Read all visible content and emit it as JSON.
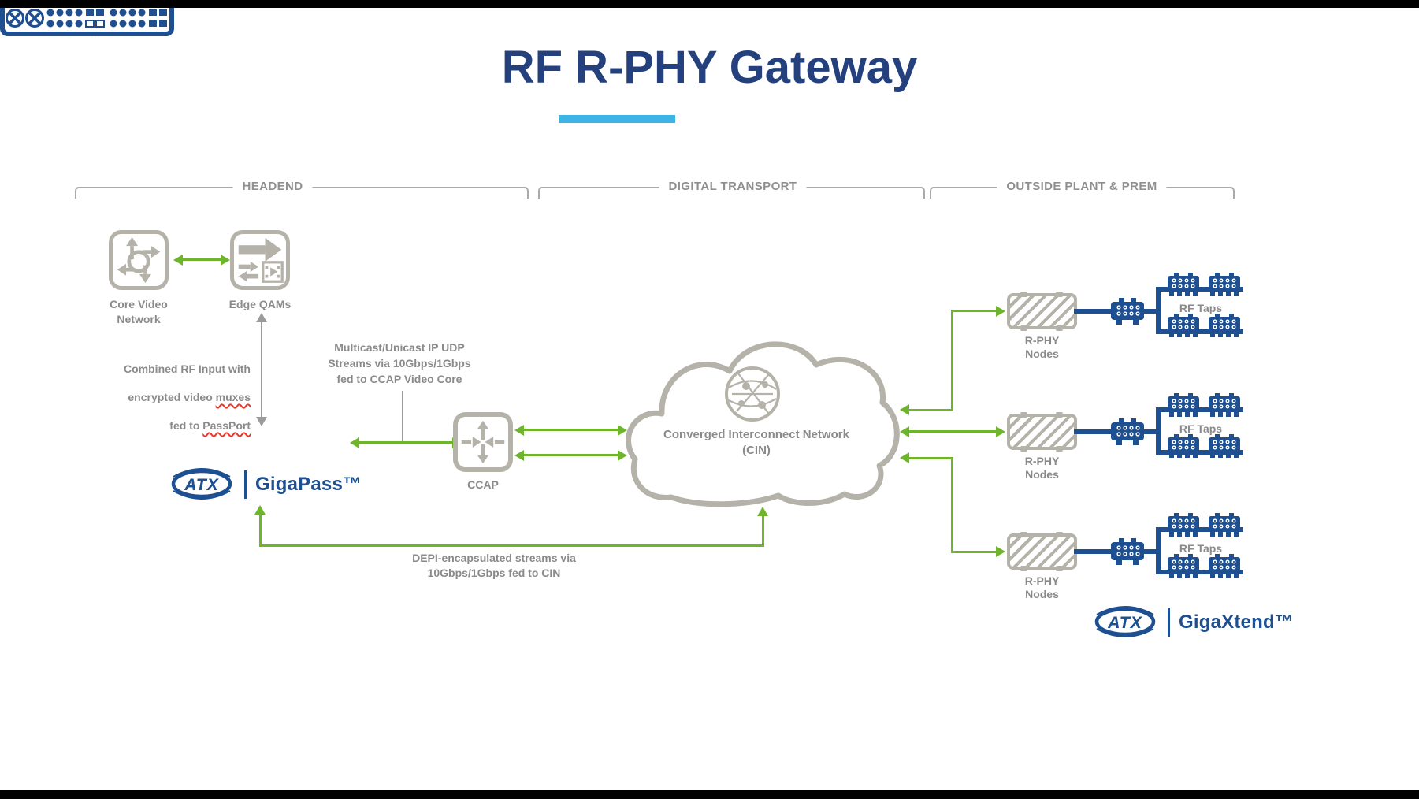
{
  "title": "RF R-PHY Gateway",
  "sections": {
    "headend": "HEADEND",
    "transport": "DIGITAL TRANSPORT",
    "outside": "OUTSIDE PLANT & PREM"
  },
  "headend": {
    "core_video": "Core Video\nNetwork",
    "edge_qams": "Edge QAMs",
    "rf_input_line1": "Combined RF Input with",
    "rf_input_line2_prefix": "encrypted video ",
    "rf_input_line2_word": "muxes",
    "rf_input_line3_prefix": "fed to ",
    "rf_input_line3_word": "PassPort"
  },
  "gigapass": {
    "brand": "ATX",
    "product": "GigaPass™"
  },
  "notes": {
    "multicast": "Multicast/Unicast IP UDP\nStreams via 10Gbps/1Gbps\nfed to CCAP Video Core",
    "depi": "DEPI-encapsulated streams via\n10Gbps/1Gbps fed to CIN"
  },
  "ccap": "CCAP",
  "cloud": {
    "name": "Converged Interconnect Network",
    "abbr": "(CIN)"
  },
  "outside": {
    "node_label": "R-PHY\nNodes",
    "taps_label": "RF Taps"
  },
  "gigaxtend": {
    "brand": "ATX",
    "product": "GigaXtend™"
  },
  "icons": {
    "core_video": "router-icon",
    "edge_qams": "edge-qam-icon",
    "ccap": "ccap-router-icon",
    "cloud": "cloud-shape",
    "globe": "network-globe-icon",
    "rphy_node": "hatched-node-icon",
    "amplifier": "amplifier-icon",
    "rf_tap": "rf-tap-icon"
  },
  "colors": {
    "navy": "#24417e",
    "accent_blue": "#3cb4e5",
    "green": "#6fb52c",
    "icon_gray": "#b5b2a9",
    "text_gray": "#8a8a8a",
    "device_blue": "#1d4f91",
    "squiggle_red": "#e8372c"
  }
}
